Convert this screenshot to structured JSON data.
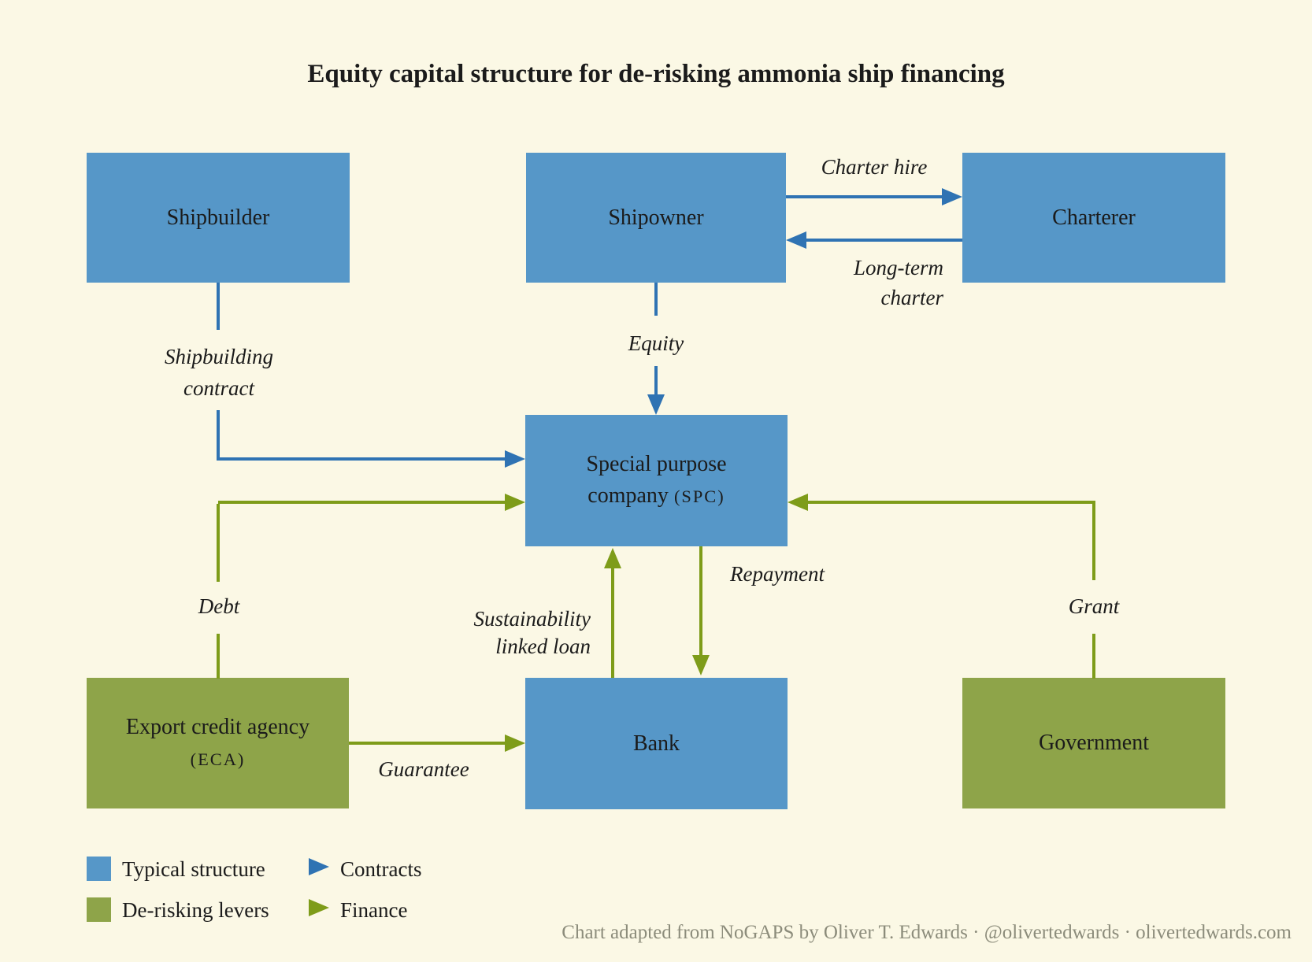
{
  "title": "Equity capital structure for de-risking ammonia ship financing",
  "nodes": {
    "shipbuilder": {
      "label": "Shipbuilder",
      "category": "typical"
    },
    "shipowner": {
      "label": "Shipowner",
      "category": "typical"
    },
    "charterer": {
      "label": "Charterer",
      "category": "typical"
    },
    "spc": {
      "name": "Special purpose company",
      "abbr": "(SPC)",
      "category": "typical"
    },
    "bank": {
      "label": "Bank",
      "category": "typical"
    },
    "eca": {
      "name": "Export credit agency",
      "abbr": "(ECA)",
      "category": "de-risking"
    },
    "government": {
      "label": "Government",
      "category": "de-risking"
    }
  },
  "edges": [
    {
      "from": "Shipowner",
      "to": "Charterer",
      "label": "Charter hire",
      "type": "contract"
    },
    {
      "from": "Charterer",
      "to": "Shipowner",
      "label": "Long-term charter",
      "type": "contract"
    },
    {
      "from": "Shipowner",
      "to": "Special purpose company (SPC)",
      "label": "Equity",
      "type": "contract"
    },
    {
      "from": "Shipbuilder",
      "to": "Special purpose company (SPC)",
      "label": "Shipbuilding contract",
      "type": "contract"
    },
    {
      "from": "Export credit agency (ECA)",
      "to": "Special purpose company (SPC)",
      "label": "Debt",
      "type": "finance"
    },
    {
      "from": "Export credit agency (ECA)",
      "to": "Bank",
      "label": "Guarantee",
      "type": "finance"
    },
    {
      "from": "Bank",
      "to": "Special purpose company (SPC)",
      "label": "Sustainability linked loan",
      "type": "finance"
    },
    {
      "from": "Special purpose company (SPC)",
      "to": "Bank",
      "label": "Repayment",
      "type": "finance"
    },
    {
      "from": "Government",
      "to": "Special purpose company (SPC)",
      "label": "Grant",
      "type": "finance"
    }
  ],
  "legend": {
    "typical_structure": "Typical structure",
    "de_risking_levers": "De-risking levers",
    "contracts": "Contracts",
    "finance": "Finance"
  },
  "footer": {
    "credit": "Chart adapted from NoGAPS by Oliver T. Edwards · @olivertedwards · olivertedwards.com"
  },
  "colors": {
    "background": "#FBF8E5",
    "blue_fill": "#5697C8",
    "blue_line": "#2F73B3",
    "green_fill": "#8EA449",
    "green_line": "#7E9C19",
    "text": "#1B1B1B",
    "footer_text": "#8C8C7B"
  }
}
